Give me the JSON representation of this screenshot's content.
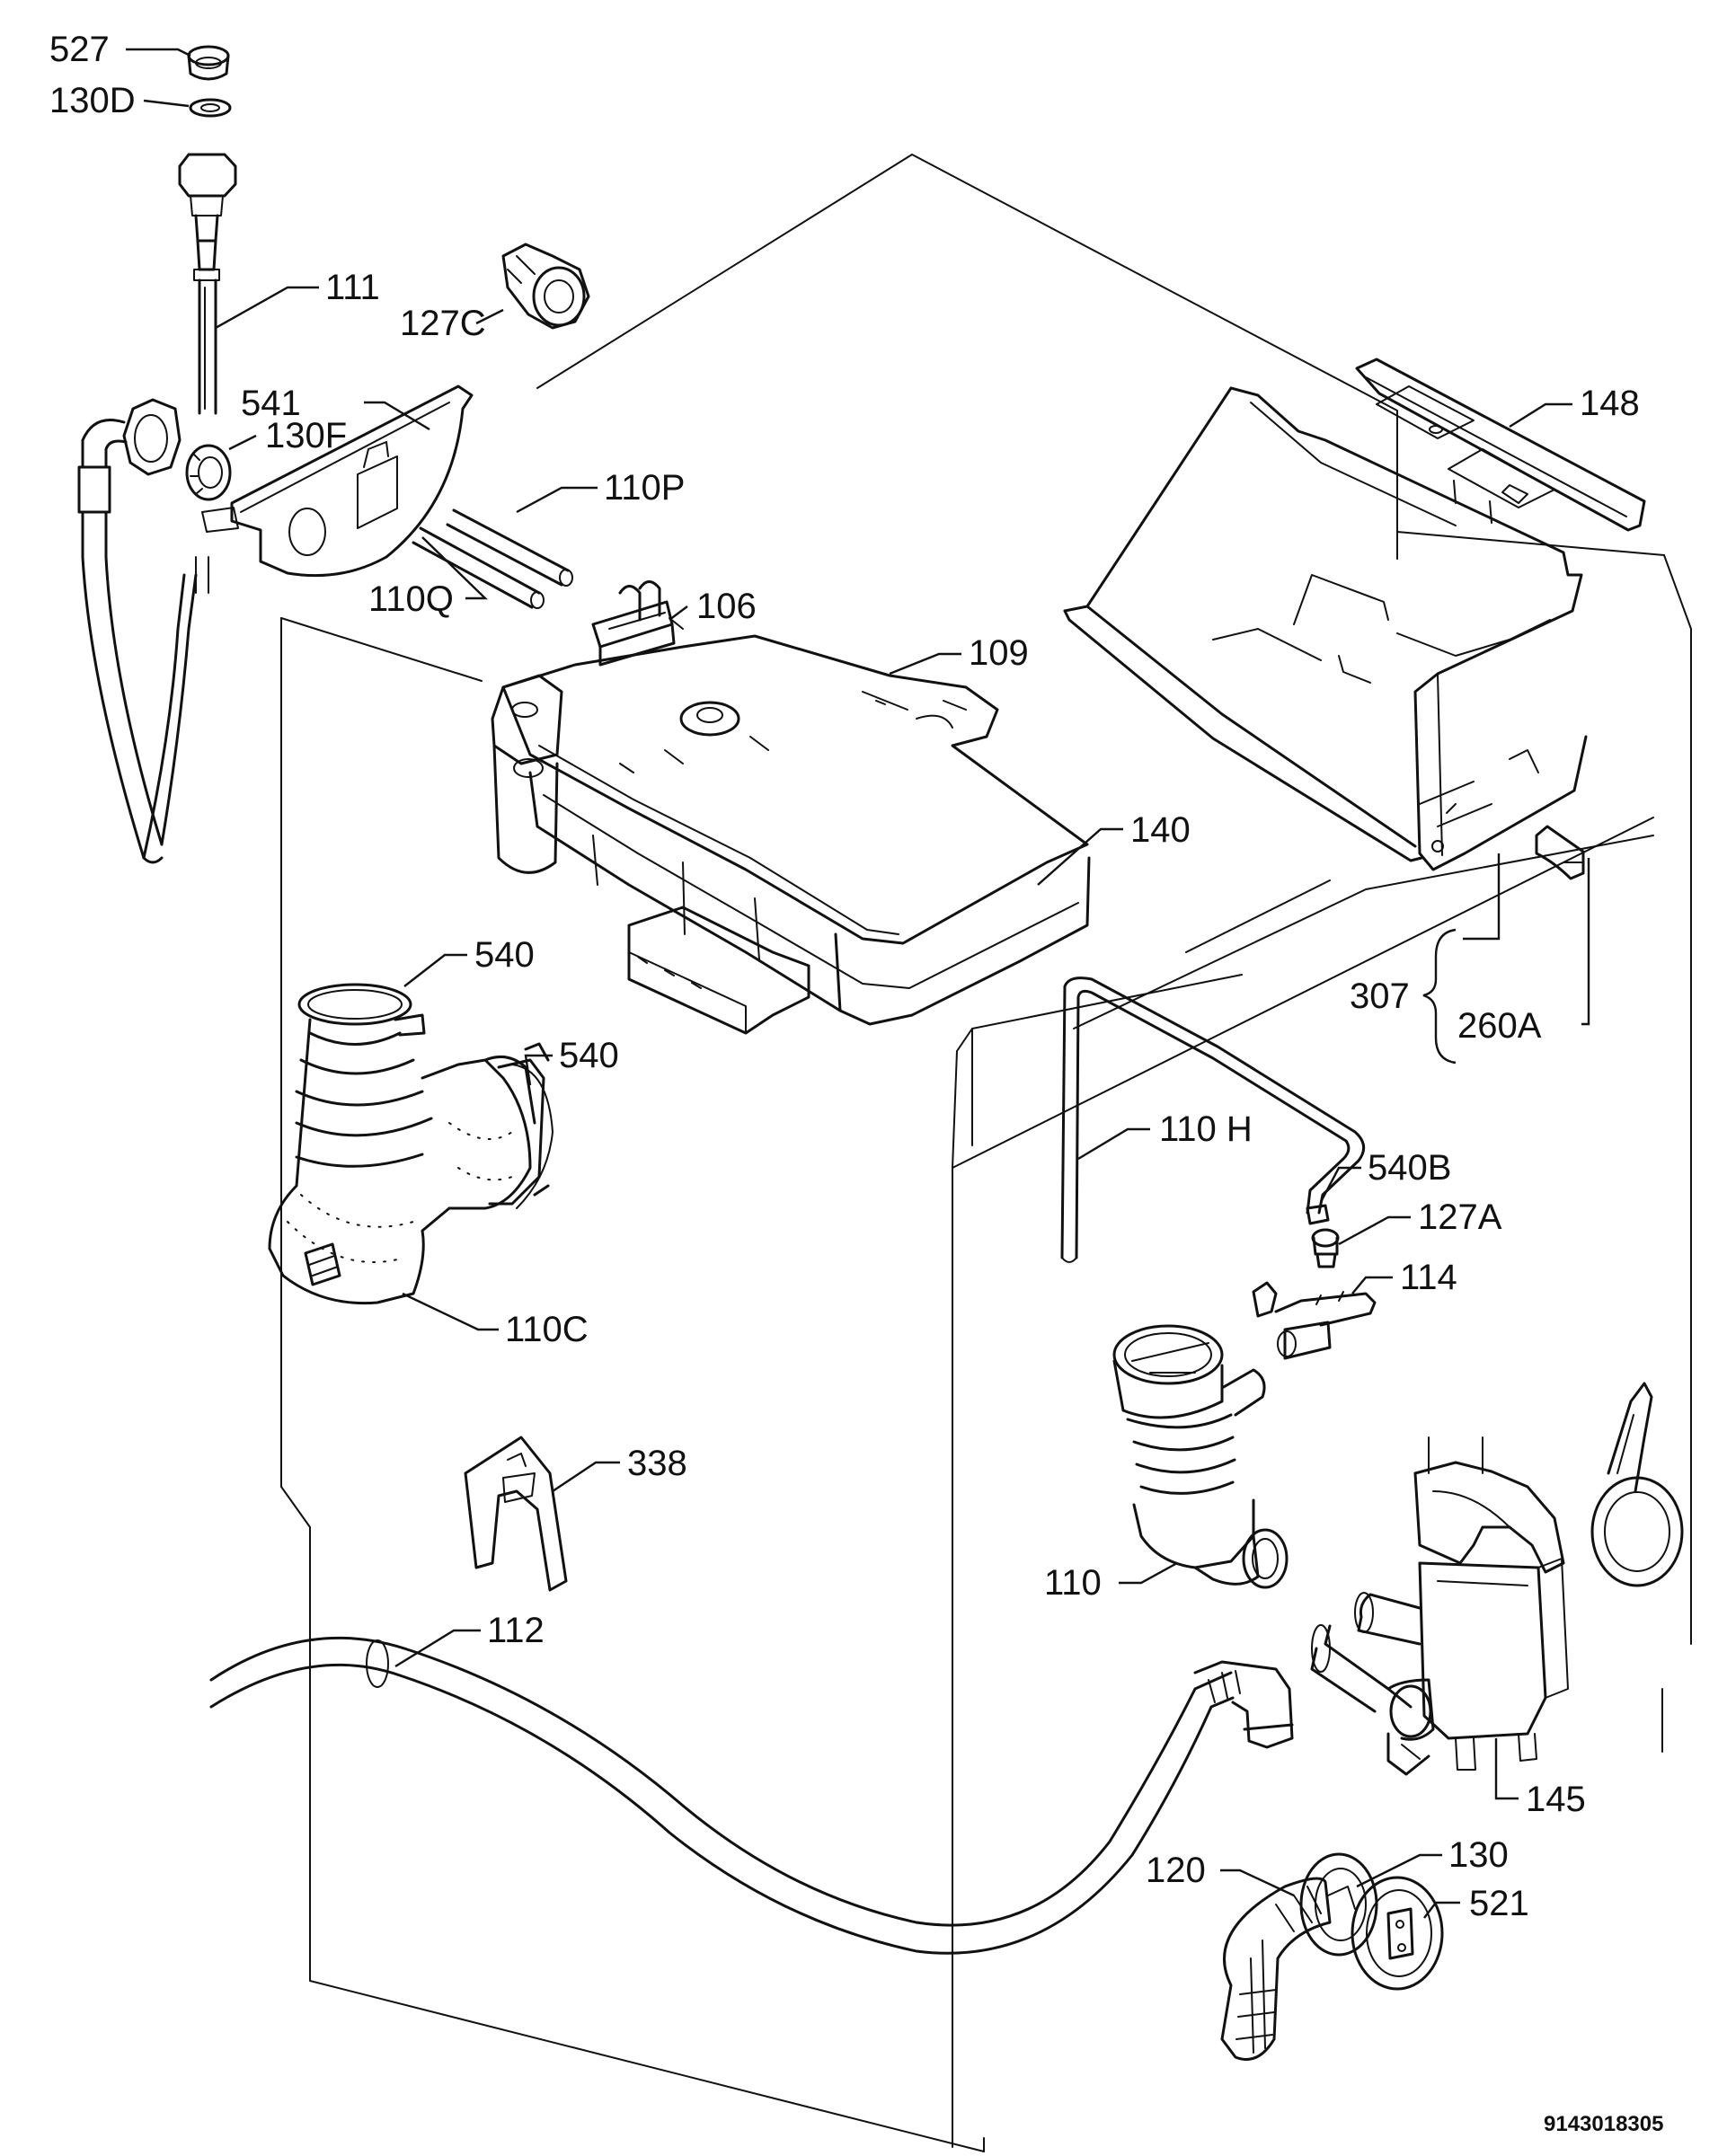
{
  "labels": {
    "l527": "527",
    "l130d": "130D",
    "l111": "111",
    "l127c": "127C",
    "l541": "541",
    "l130f": "130F",
    "l110p": "110P",
    "l110q": "110Q",
    "l106": "106",
    "l109": "109",
    "l148": "148",
    "l140": "140",
    "l540a": "540",
    "l540b": "540",
    "l307": "307",
    "l260a": "260A",
    "l110h": "110 H",
    "l540b2": "540B",
    "l127a": "127A",
    "l114": "114",
    "l110c": "110C",
    "l338": "338",
    "l110": "110",
    "l112": "112",
    "l145": "145",
    "l120": "120",
    "l130": "130",
    "l521": "521"
  },
  "drawing_code": "9143018305"
}
